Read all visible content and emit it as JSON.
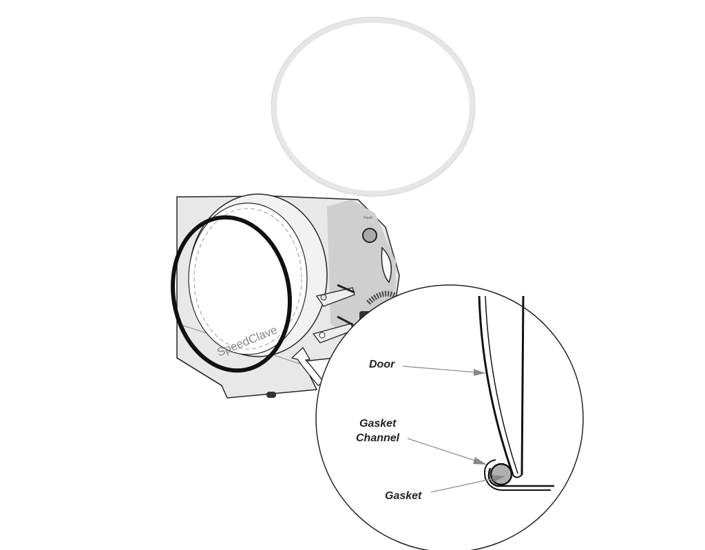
{
  "labels": {
    "door": "Door",
    "gasket_channel_line1": "Gasket",
    "gasket_channel_line2": "Channel",
    "gasket": "Gasket"
  },
  "machine": {
    "brand": "SpeedClave",
    "heat_label": "Heat"
  },
  "colors": {
    "gasket_ring": "#e6e6e6",
    "body": "#e4e4e4",
    "body_dark": "#c8c8c8",
    "gasket_fill": "#b0b0b0",
    "leader": "#888888"
  }
}
